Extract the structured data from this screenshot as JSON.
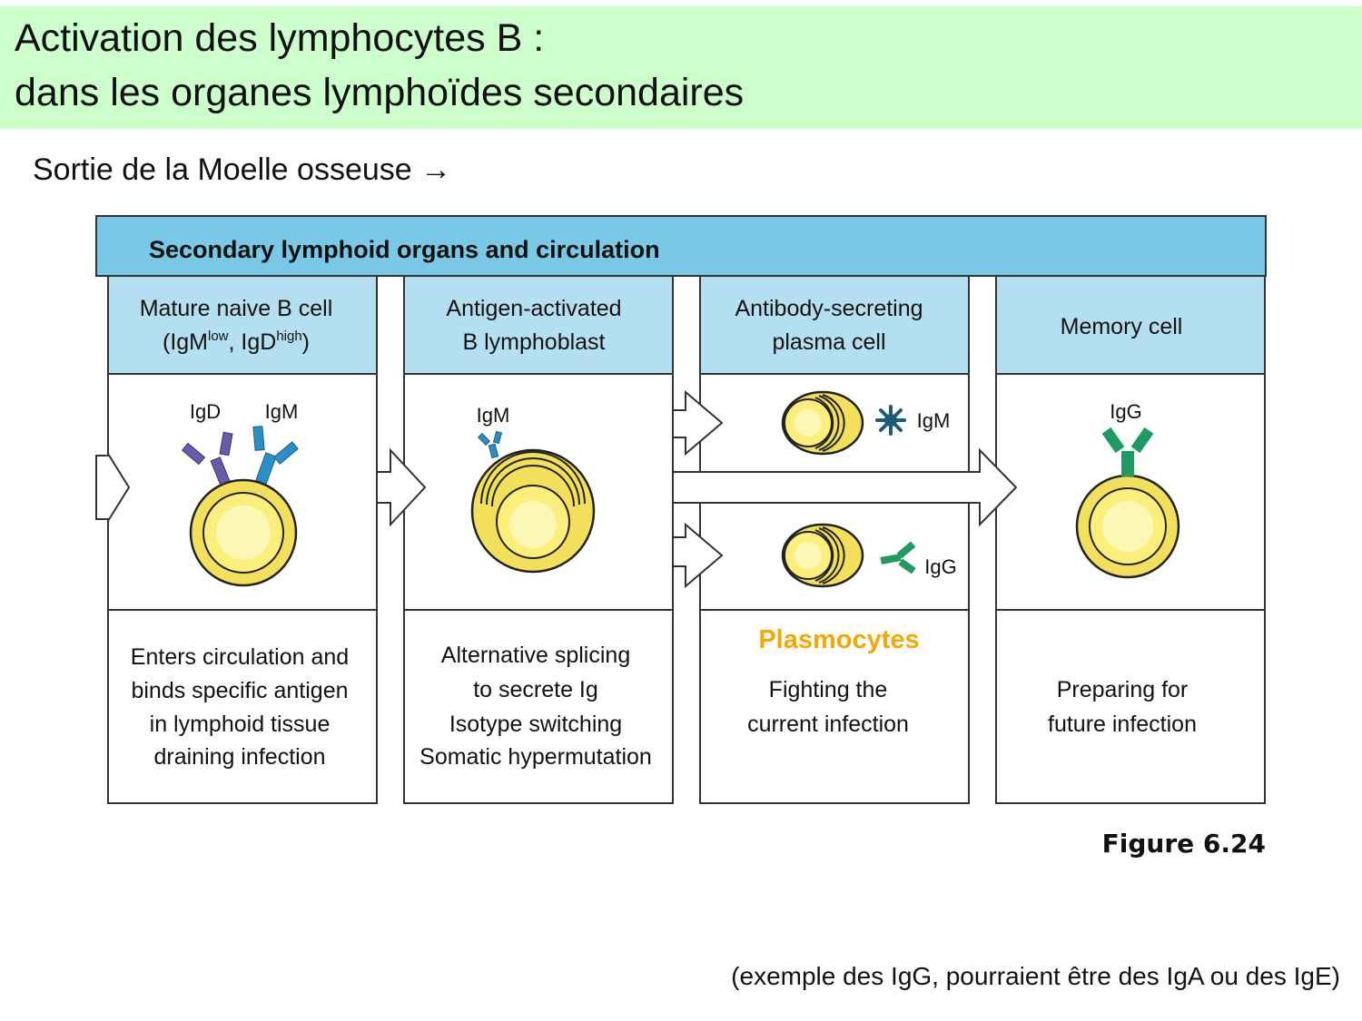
{
  "slide": {
    "title_line1": "Activation des lymphocytes B :",
    "title_line2": "dans les organes lymphoïdes secondaires",
    "subtitle": "Sortie de la Moelle osseuse →",
    "figure_label": "Figure 6.24",
    "footnote": "(exemple des IgG, pourraient être des IgA ou des IgE)"
  },
  "diagram": {
    "header": "Secondary lymphoid organs and circulation",
    "columns": [
      {
        "title_line1": "Mature naive B cell",
        "title_line2_prefix": "(IgM",
        "sup_low": "low",
        "title_line2_mid": ", IgD",
        "sup_high": "high",
        "title_line2_suffix": ")",
        "desc": [
          "Enters circulation and",
          "binds specific antigen",
          "in lymphoid tissue",
          "draining infection"
        ]
      },
      {
        "title_line1": "Antigen-activated",
        "title_line2": "B lymphoblast",
        "desc": [
          "Alternative splicing",
          "to secrete Ig",
          "Isotype switching",
          "Somatic hypermutation"
        ]
      },
      {
        "title_line1": "Antibody-secreting",
        "title_line2": "plasma cell",
        "highlight": "Plasmocytes",
        "desc": [
          "Fighting the",
          "current infection"
        ]
      },
      {
        "title_line1": "Memory cell",
        "desc": [
          "Preparing for",
          "future infection"
        ]
      }
    ],
    "labels": {
      "igd": "IgD",
      "igm": "IgM",
      "igg": "IgG"
    },
    "colors": {
      "header_bg": "#78c8e6",
      "col_header_bg": "#b4dff0",
      "cell_yellow": "#f2e05a",
      "igm_blue": "#2a8fc4",
      "igd_purple": "#6a5aa8",
      "igg_green": "#1e9a62",
      "highlight": "#f5a800"
    }
  }
}
